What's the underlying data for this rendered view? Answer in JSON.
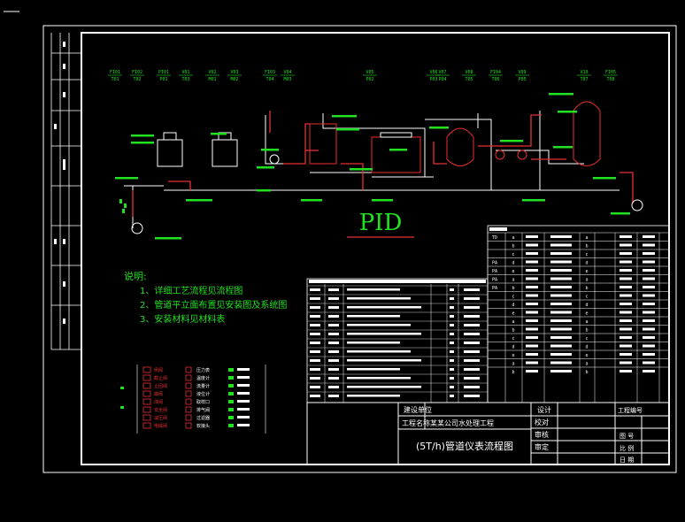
{
  "drawing": {
    "title": "PID",
    "title_block": {
      "row1_label": "建设单位",
      "row2_label": "工程名称",
      "row2_value": "某某公司水处理工程",
      "drawing_name": "(5T/h)管道仪表流程图",
      "role_labels": [
        "设计",
        "校对",
        "审核",
        "审定"
      ],
      "right_labels": [
        "工程编号",
        "图 号",
        "比 例",
        "日 期"
      ]
    },
    "notes": {
      "heading": "说明:",
      "lines": [
        "1、详细工艺流程见流程图",
        "2、管道平立面布置见安装图及系统图",
        "3、安装材料见材料表"
      ]
    },
    "top_tags": [
      {
        "a": "FI01",
        "b": "T01"
      },
      {
        "a": "FI02",
        "b": "T02"
      },
      {
        "a": "PI01",
        "b": "P01"
      },
      {
        "a": "V01",
        "b": "T03"
      },
      {
        "a": "V02",
        "b": "M01"
      },
      {
        "a": "V03",
        "b": "M02"
      },
      {
        "a": "FI03",
        "b": "T04"
      },
      {
        "a": "V04",
        "b": "M03"
      },
      {
        "a": "V05",
        "b": "P02"
      },
      {
        "a": "V06",
        "b": "P03"
      },
      {
        "a": "V07",
        "b": "P04"
      },
      {
        "a": "V08",
        "b": "T05"
      },
      {
        "a": "FI04",
        "b": "T06"
      },
      {
        "a": "V09",
        "b": "P05"
      },
      {
        "a": "V10",
        "b": "T07"
      },
      {
        "a": "FI05",
        "b": "T08"
      }
    ],
    "side_table_letters": [
      "a",
      "b",
      "c",
      "d",
      "e",
      "a",
      "b",
      "c",
      "d",
      "e",
      "a",
      "b",
      "c",
      "d",
      "e",
      "a",
      "b"
    ],
    "side_table_extra": [
      "TD",
      "",
      "",
      "PA",
      "PA",
      "PA",
      "PA"
    ],
    "legend_items": [
      "闸阀",
      "截止阀",
      "止回阀",
      "蝶阀",
      "球阀",
      "安全阀",
      "减压阀",
      "电磁阀"
    ],
    "legend_items2": [
      "压力表",
      "温度计",
      "流量计",
      "液位计",
      "取样口",
      "排气阀",
      "过滤器",
      "软接头"
    ]
  }
}
